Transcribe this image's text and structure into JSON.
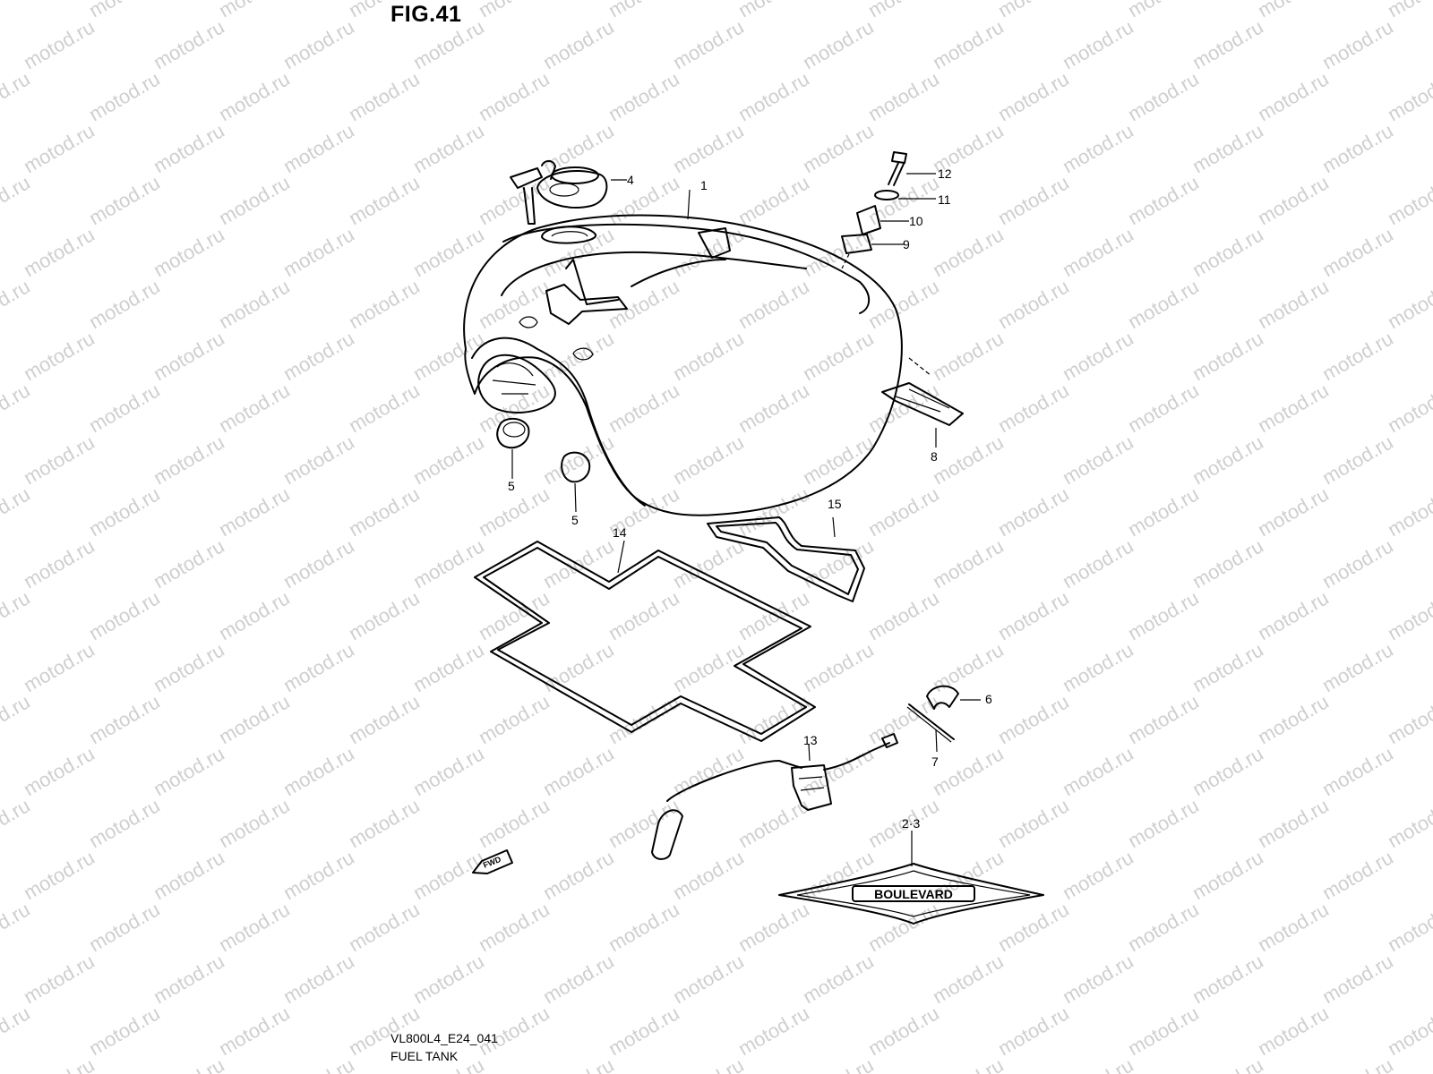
{
  "figure": {
    "title": "FIG.41",
    "model_code": "VL800L4_E24_041",
    "caption": "FUEL TANK",
    "watermark_text": "motod.ru",
    "badge_text": "BOULEVARD",
    "fwd_text": "FWD"
  },
  "callouts": [
    {
      "id": "c1",
      "label": "1"
    },
    {
      "id": "c23",
      "label": "2·3"
    },
    {
      "id": "c4",
      "label": "4"
    },
    {
      "id": "c5a",
      "label": "5"
    },
    {
      "id": "c5b",
      "label": "5"
    },
    {
      "id": "c6",
      "label": "6"
    },
    {
      "id": "c7",
      "label": "7"
    },
    {
      "id": "c8",
      "label": "8"
    },
    {
      "id": "c9",
      "label": "9"
    },
    {
      "id": "c10",
      "label": "10"
    },
    {
      "id": "c11",
      "label": "11"
    },
    {
      "id": "c12",
      "label": "12"
    },
    {
      "id": "c13",
      "label": "13"
    },
    {
      "id": "c14",
      "label": "14"
    },
    {
      "id": "c15",
      "label": "15"
    }
  ]
}
